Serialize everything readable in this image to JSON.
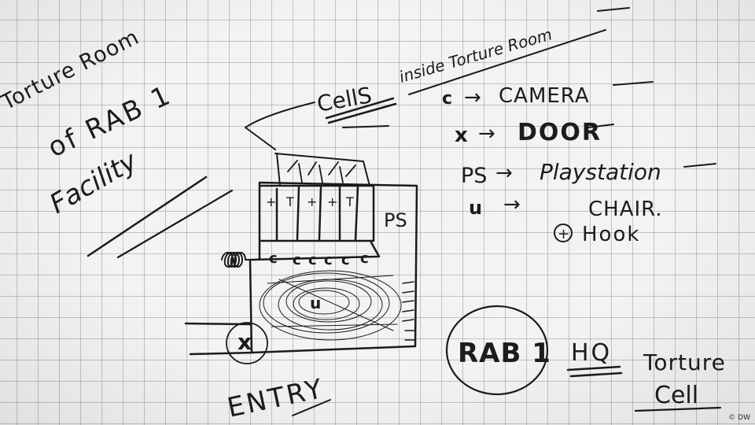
{
  "title_block": {
    "line1": "Torture Room",
    "line2": "of RAB 1",
    "line3": "Facility"
  },
  "cells_heading": {
    "cells": "CellS",
    "inside": "inside Torture Room"
  },
  "legend": [
    {
      "symbol": "c",
      "arrow": "→",
      "label": "CAMERA"
    },
    {
      "symbol": "x",
      "arrow": "→",
      "label": "DOOR"
    },
    {
      "symbol": "PS",
      "arrow": "→",
      "label": "Playstation"
    },
    {
      "symbol": "u",
      "arrow": "→",
      "label": "CHAIR."
    },
    {
      "symbol": "+",
      "arrow": "",
      "label": "Hook"
    }
  ],
  "diagram": {
    "ps_label": "PS",
    "cell_marks": [
      "+",
      "T",
      "+",
      "+",
      "T"
    ],
    "cameras": [
      "c",
      "c",
      "c",
      "c",
      "c",
      "c"
    ],
    "chair": "u",
    "door_mark": "x"
  },
  "entry_label": "ENTRY",
  "footer": {
    "rab": "RAB 1",
    "hq": "HQ",
    "torture": "Torture",
    "cell": "Cell"
  },
  "credit": "© DW"
}
